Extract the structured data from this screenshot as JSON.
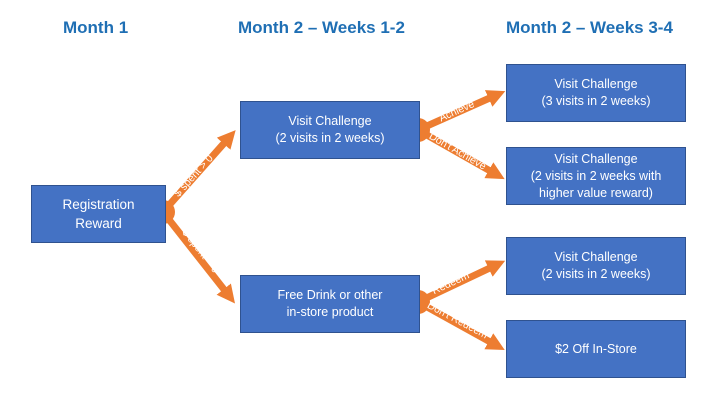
{
  "headers": {
    "col1": "Month 1",
    "col2": "Month 2 – Weeks 1-2",
    "col3": "Month 2 – Weeks 3-4"
  },
  "nodes": {
    "registration": {
      "line1": "Registration",
      "line2": "Reward"
    },
    "visit_a": {
      "line1": "Visit Challenge",
      "line2": "(2 visits in 2 weeks)"
    },
    "free_drink": {
      "line1": "Free Drink or other",
      "line2": "in-store product"
    },
    "visit_b": {
      "line1": "Visit Challenge",
      "line2": "(3 visits in 2 weeks)"
    },
    "visit_c": {
      "line1": "Visit Challenge",
      "line2": "(2 visits in 2 weeks with",
      "line3": "higher value reward)"
    },
    "visit_d": {
      "line1": "Visit Challenge",
      "line2": "(2 visits in 2 weeks)"
    },
    "off_instore": {
      "line1": "$2 Off In-Store"
    }
  },
  "edges": {
    "spent_gt0": "$ spent > 0",
    "spent_eq0": "$ spent = 0",
    "achieve": "Achieve",
    "dont_achieve": "Don't Achieve",
    "redeem": "Redeem",
    "dont_redeem": "Don't Redeem"
  },
  "colors": {
    "header_text": "#1f6fb4",
    "box_fill": "#4472c4",
    "box_border": "#2f528f",
    "connector": "#ed7d31"
  }
}
